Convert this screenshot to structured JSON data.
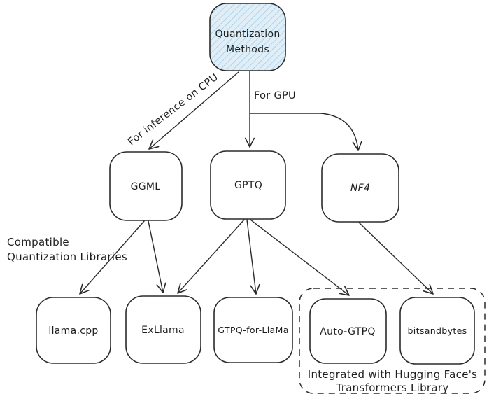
{
  "colors": {
    "background": "#ffffff",
    "stroke": "#2b2b2b",
    "text": "#1e1e1e",
    "highlight_fill": "#e0eef8",
    "highlight_hatch": "#9ec7df"
  },
  "nodes": {
    "quantization_methods": {
      "line1": "Quantization",
      "line2": "Methods"
    },
    "ggml": {
      "label": "GGML"
    },
    "gptq": {
      "label": "GPTQ"
    },
    "nf4": {
      "label": "NF4"
    },
    "llama_cpp": {
      "label": "llama.cpp"
    },
    "exllama": {
      "label": "ExLlama"
    },
    "gtpq_for_llama": {
      "label": "GTPQ-for-LlaMa"
    },
    "auto_gtpq": {
      "label": "Auto-GTPQ"
    },
    "bitsandbytes": {
      "label": "bitsandbytes"
    }
  },
  "edge_labels": {
    "cpu": "For inference on CPU",
    "gpu": "For GPU"
  },
  "annotations": {
    "compatible": {
      "line1": "Compatible",
      "line2": "Quantization Libraries"
    },
    "integrated": {
      "line1": "Integrated with Hugging Face's",
      "line2": "Transformers Library"
    }
  }
}
